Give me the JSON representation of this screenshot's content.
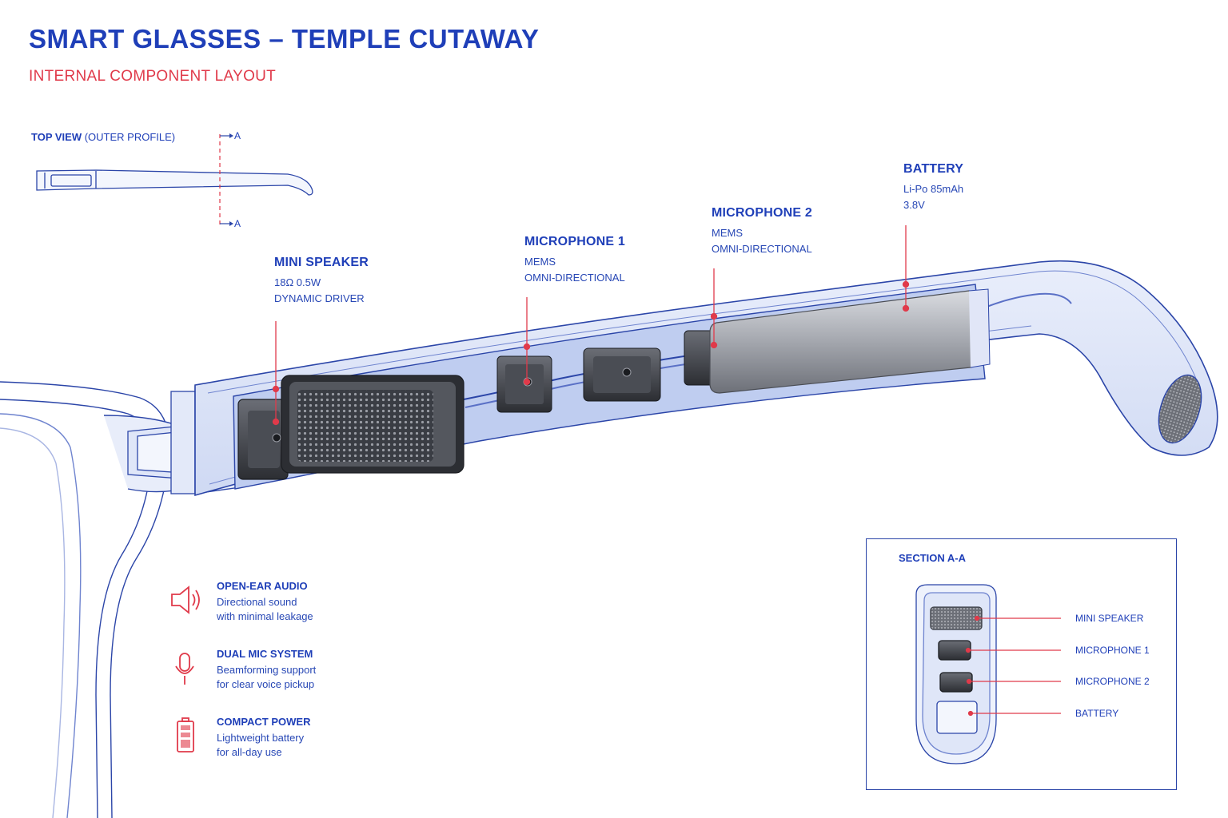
{
  "header": {
    "title": "SMART GLASSES – TEMPLE CUTAWAY",
    "subtitle": "INTERNAL COMPONENT LAYOUT"
  },
  "top_view": {
    "label_bold": "TOP VIEW",
    "label_rest": "(OUTER PROFILE)",
    "section_mark_top": "A",
    "section_mark_bottom": "A"
  },
  "callouts": {
    "speaker": {
      "title": "MINI SPEAKER",
      "lines": [
        "18Ω 0.5W",
        "DYNAMIC DRIVER"
      ]
    },
    "mic1": {
      "title": "MICROPHONE 1",
      "lines": [
        "MEMS",
        "OMNI-DIRECTIONAL"
      ]
    },
    "mic2": {
      "title": "MICROPHONE 2",
      "lines": [
        "MEMS",
        "OMNI-DIRECTIONAL"
      ]
    },
    "battery": {
      "title": "BATTERY",
      "lines": [
        "Li-Po 85mAh",
        "3.8V"
      ]
    }
  },
  "features": [
    {
      "title": "OPEN-EAR AUDIO",
      "lines": [
        "Directional sound",
        "with minimal leakage"
      ],
      "icon": "speaker-icon"
    },
    {
      "title": "DUAL MIC SYSTEM",
      "lines": [
        "Beamforming support",
        "for clear voice pickup"
      ],
      "icon": "microphone-icon"
    },
    {
      "title": "COMPACT POWER",
      "lines": [
        "Lightweight battery",
        "for all-day use"
      ],
      "icon": "battery-icon"
    }
  ],
  "section": {
    "title": "SECTION A-A",
    "labels": [
      "MINI SPEAKER",
      "MICROPHONE 1",
      "MICROPHONE 2",
      "BATTERY"
    ]
  },
  "colors": {
    "primary_blue": "#1f3fb8",
    "accent_red": "#e03a4a",
    "line_blue": "#2b45a8",
    "component_dark": "#3a3d44",
    "battery_silver": "#a9acb3"
  }
}
